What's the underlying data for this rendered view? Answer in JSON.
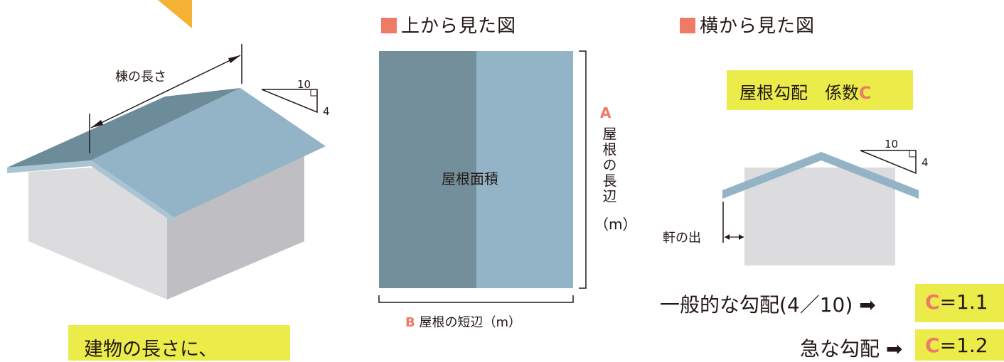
{
  "left": {
    "ridge_label": "棟の長さ",
    "slope_run": "10",
    "slope_rise": "4",
    "caption": "建物の長さに、"
  },
  "top_view": {
    "heading": "上から見た図",
    "area_label": "屋根面積",
    "long_side_letter": "A",
    "long_side_label": "屋根の長辺",
    "long_side_unit": "（m）",
    "short_side_letter": "B",
    "short_side_label": "屋根の短辺（m）"
  },
  "side_view": {
    "heading": "横から見た図",
    "coef_label": "屋根勾配　係数",
    "coef_letter": "C",
    "slope_run": "10",
    "slope_rise": "4",
    "eave_label": "軒の出",
    "general_label": "一般的な勾配(4／10) ➡",
    "general_letter": "C",
    "general_value": "=1.1",
    "steep_label": "急な勾配 ➡",
    "steep_letter": "C",
    "steep_value": "=1.2"
  },
  "colors": {
    "roof_dark": "#6d8c9a",
    "roof_light": "#93b4c6",
    "wall_light": "#dcdcde",
    "wall_dark": "#bfbfc3",
    "highlight": "#ebeb4a",
    "accent": "#ef7a66",
    "arrow_marker": "#f5b336"
  }
}
